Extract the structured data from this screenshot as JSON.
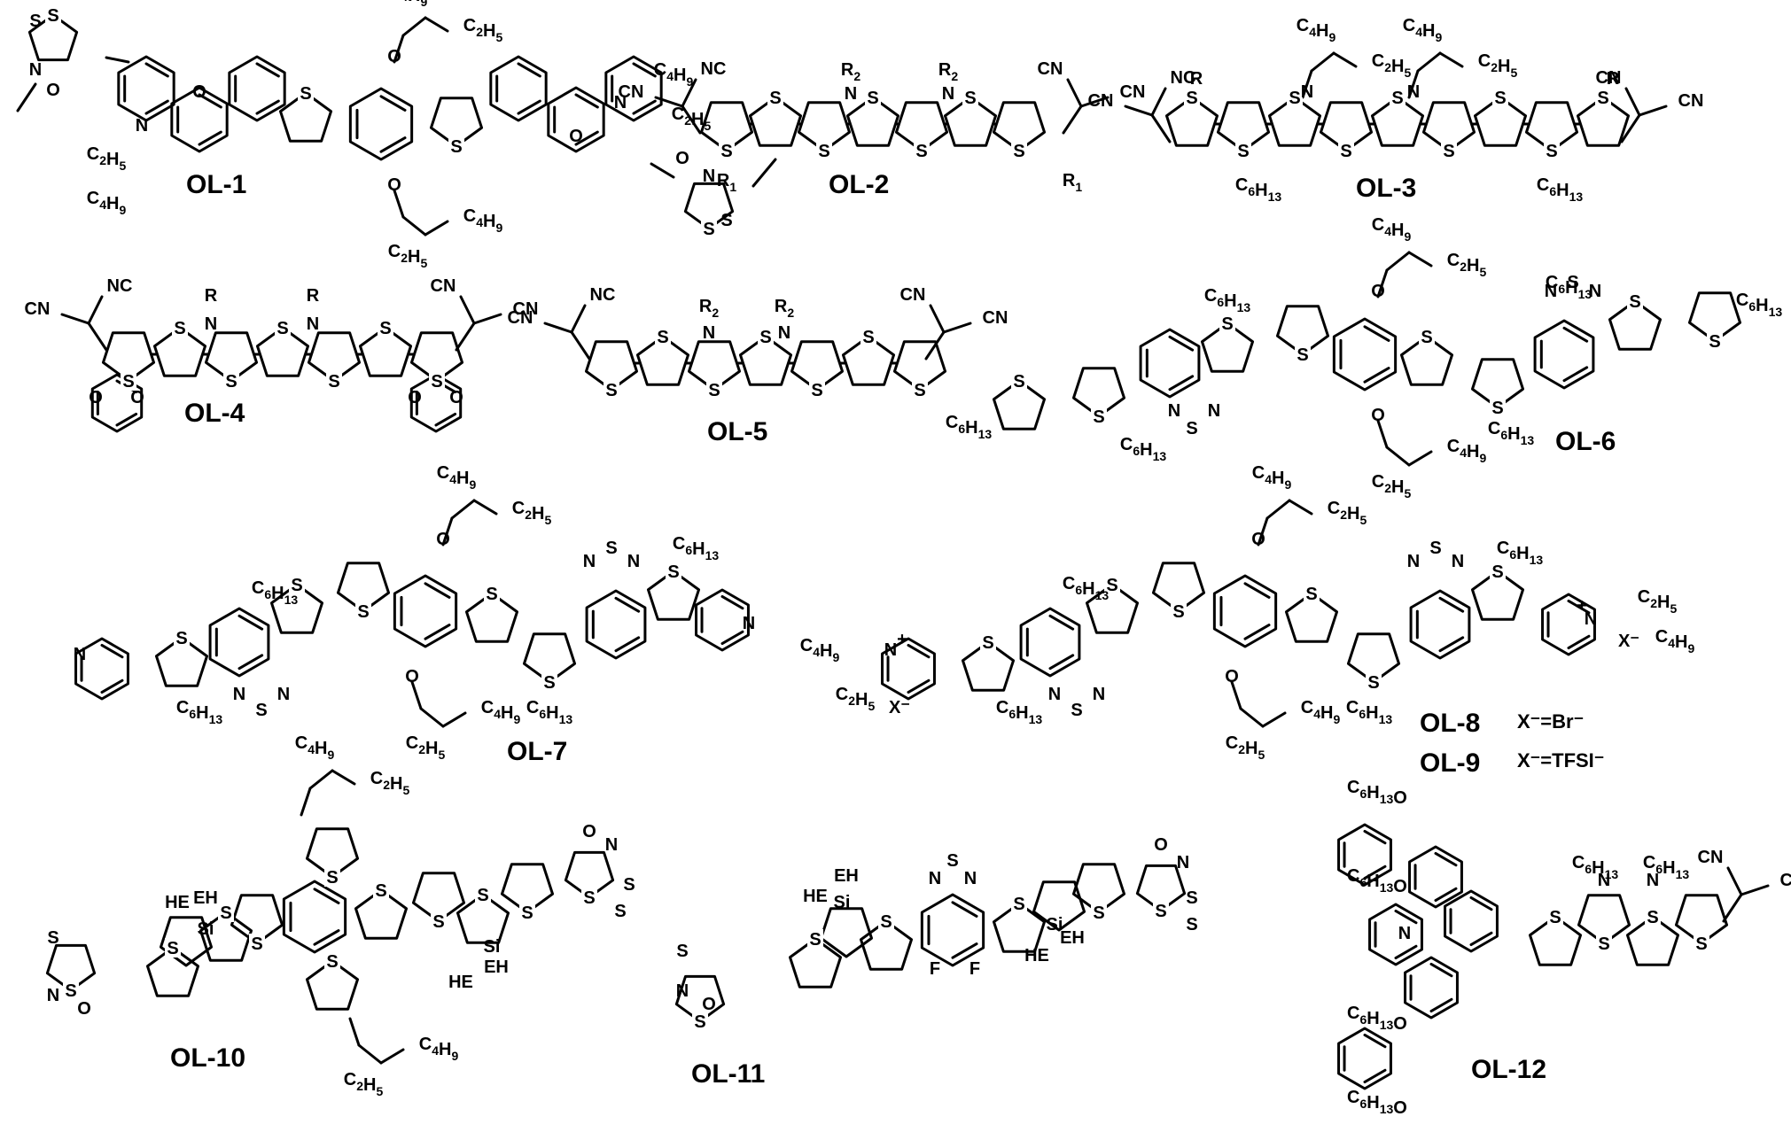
{
  "labels": {
    "ol1": "OL-1",
    "ol2": "OL-2",
    "ol3": "OL-3",
    "ol4": "OL-4",
    "ol5": "OL-5",
    "ol6": "OL-6",
    "ol7": "OL-7",
    "ol8": "OL-8",
    "ol9": "OL-9",
    "ol10": "OL-10",
    "ol11": "OL-11",
    "ol12": "OL-12"
  },
  "counterions": {
    "ol8": "X⁻=Br⁻",
    "ol9": "X⁻=TFSI⁻",
    "anion": "X⁻"
  },
  "atoms": {
    "S": "S",
    "N": "N",
    "O": "O",
    "F": "F",
    "Si": "Si",
    "NC": "NC",
    "CN": "CN",
    "EH": "EH",
    "HE": "HE",
    "R": "R",
    "R1": "R",
    "R1_sub": "1",
    "R2": "R",
    "R2_sub": "2",
    "Nplus": "+"
  },
  "substituents": {
    "C4H9": "C4H9",
    "C2H5": "C2H5",
    "C6H13": "C6H13",
    "C6H13O": "C6H13O"
  }
}
